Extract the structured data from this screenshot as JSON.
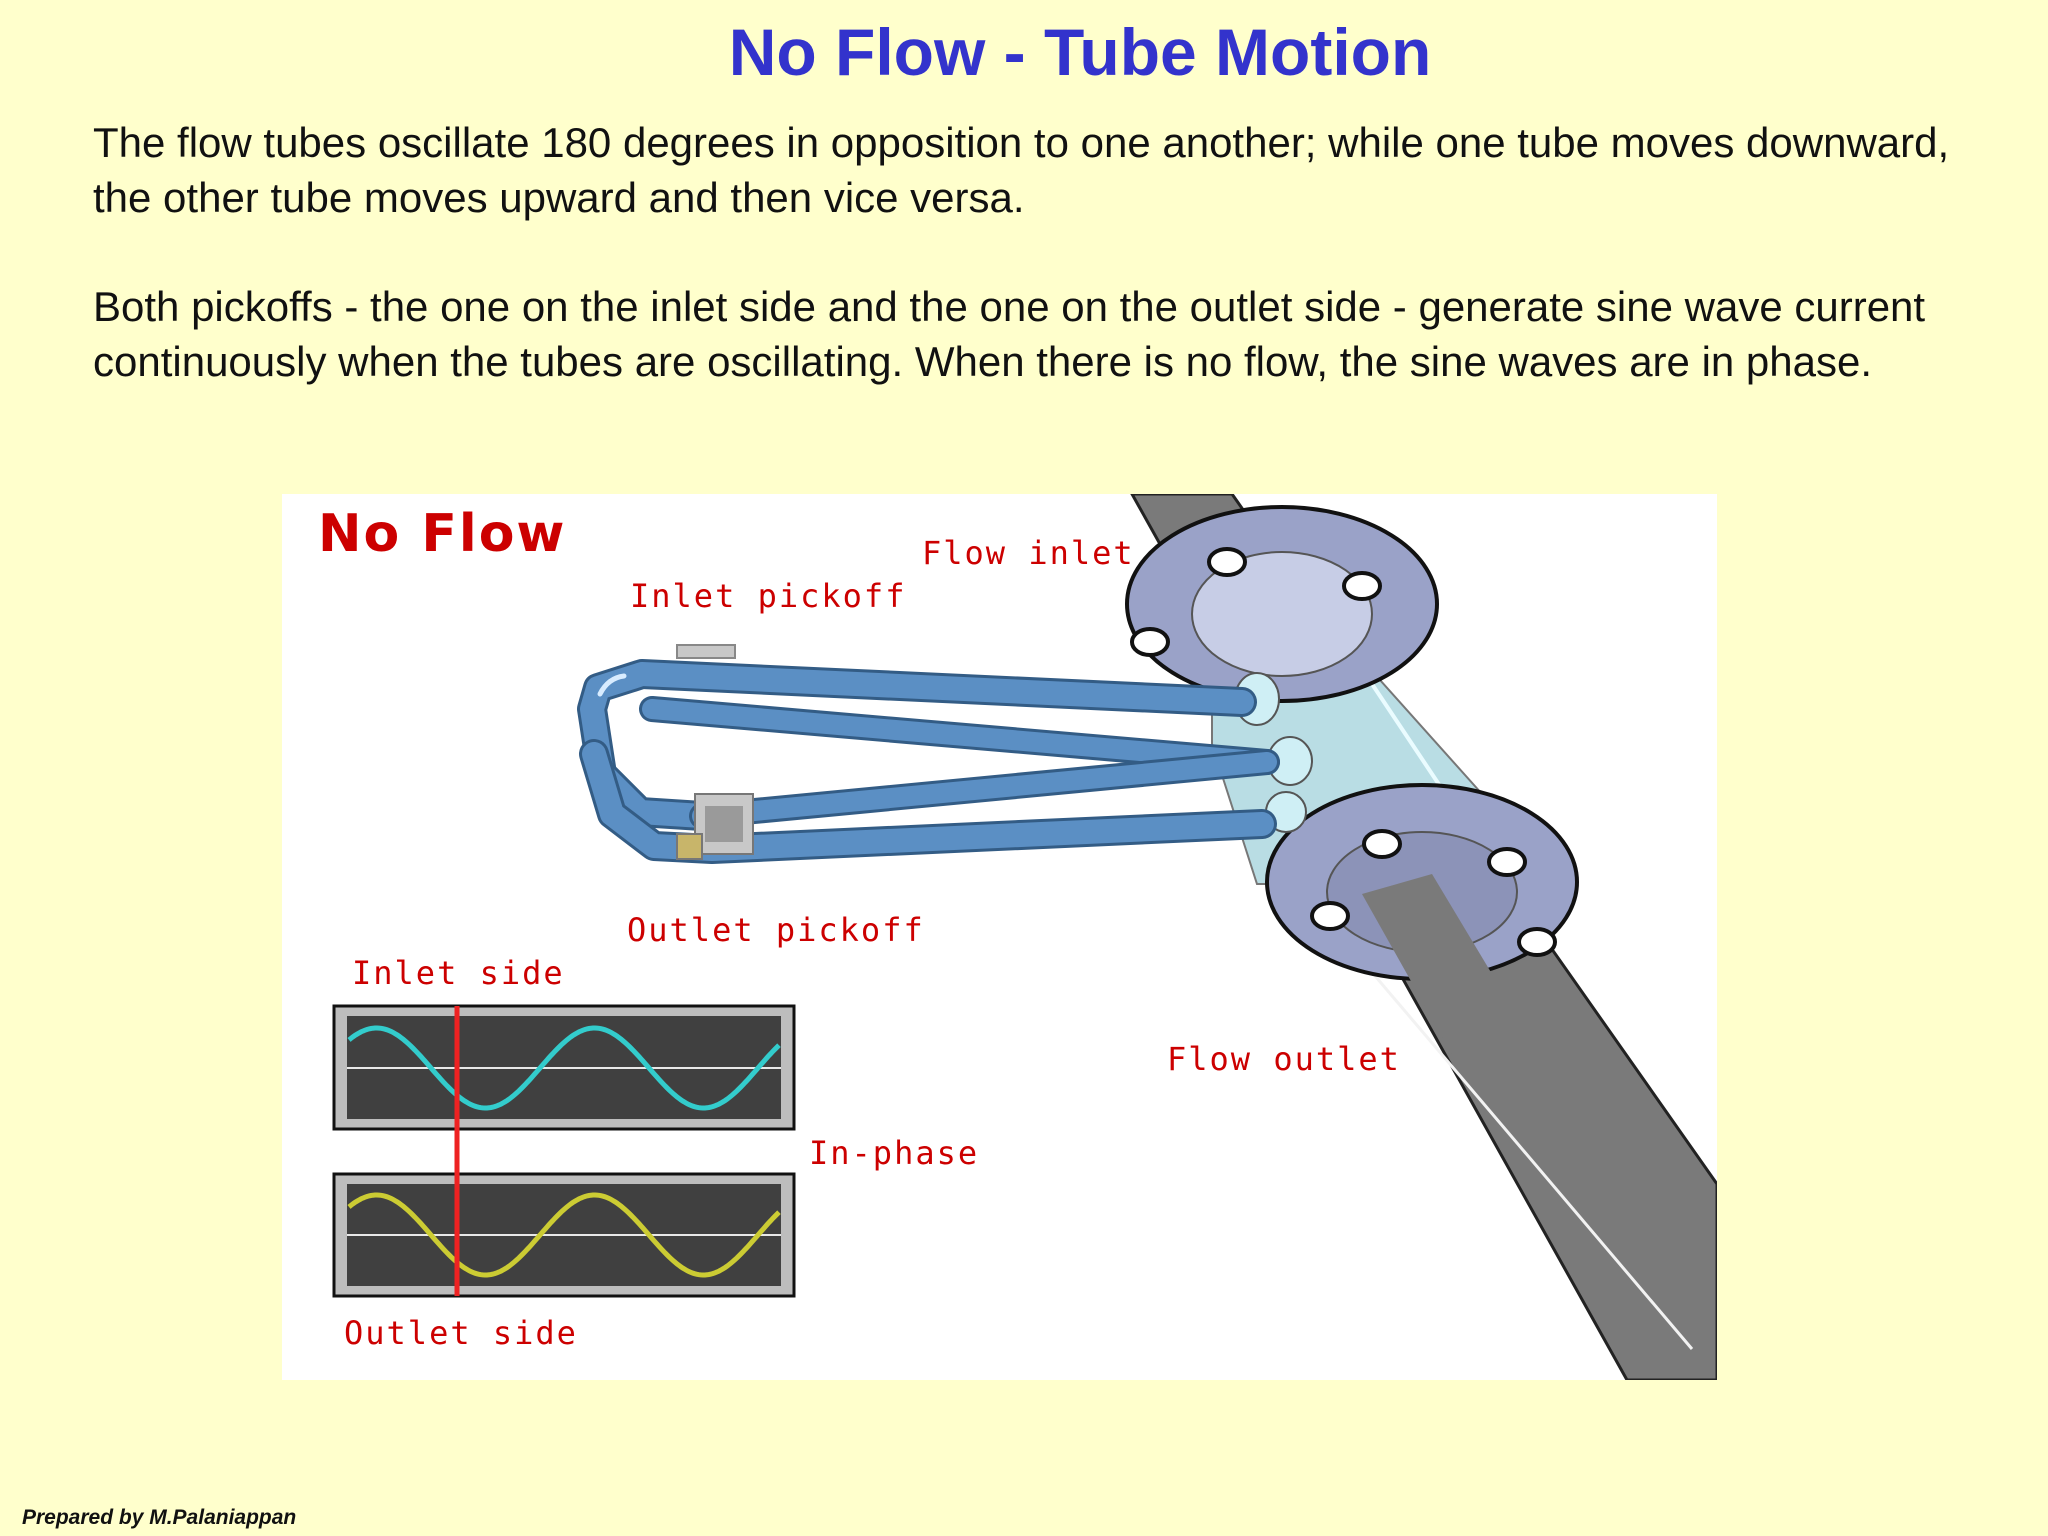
{
  "slide": {
    "title": "No Flow - Tube Motion",
    "paragraph_1": "The flow tubes oscillate 180 degrees in opposition to one another; while one tube moves downward, the other tube moves upward and then vice versa.",
    "paragraph_2": "Both pickoffs - the one on the inlet side and the one on the outlet side - generate sine wave current continuously when the tubes are oscillating. When there is no flow, the sine waves are in phase.",
    "footer": "Prepared by M.Palaniappan"
  },
  "figure": {
    "heading": "No Flow",
    "labels": {
      "flow_inlet": "Flow inlet",
      "inlet_pickoff": "Inlet pickoff",
      "outlet_pickoff": "Outlet pickoff",
      "inlet_side": "Inlet side",
      "outlet_side": "Outlet side",
      "in_phase": "In-phase",
      "flow_outlet": "Flow  outlet"
    },
    "waves": {
      "inlet_color": "#33cccc",
      "outlet_color": "#cccc33",
      "marker_color": "#ee2222",
      "screen_color": "#404040"
    }
  },
  "colors": {
    "background": "#ffffcc",
    "title": "#3333cc",
    "label": "#cc0000",
    "tube": "#5b8fc4",
    "pipe": "#7a7a7a",
    "flange": "#9aa2c8"
  }
}
